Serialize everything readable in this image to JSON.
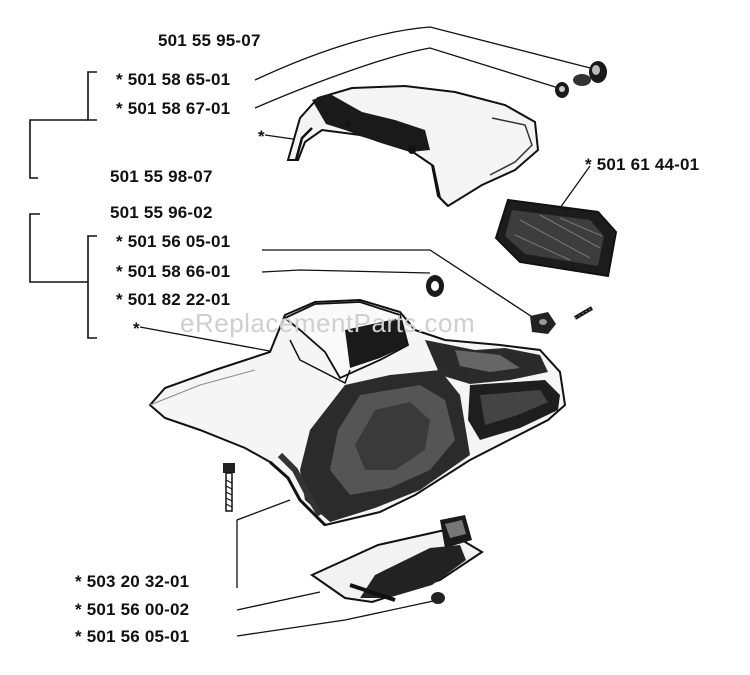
{
  "watermark": "eReplacementParts.com",
  "labels": {
    "l1": "501 55 95-07",
    "l2": "* 501 58 65-01",
    "l3": "* 501 58 67-01",
    "l4": "*",
    "l5": "501 55 98-07",
    "l6": "* 501 61 44-01",
    "l7": "501 55 96-02",
    "l8": "* 501 56 05-01",
    "l9": "* 501 58 66-01",
    "l10": "* 501 82 22-01",
    "l11": "*",
    "l12": "* 503 20 32-01",
    "l13": "* 501 56 00-02",
    "l14": "* 501 56 05-01"
  }
}
